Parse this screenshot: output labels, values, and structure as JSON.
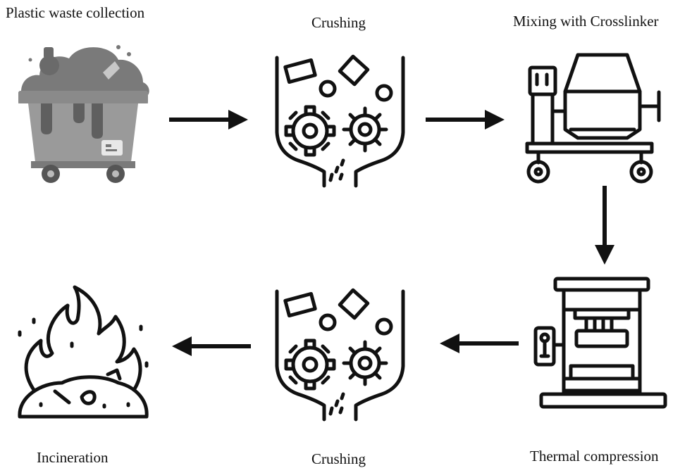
{
  "steps": {
    "plastic_waste_collection": "Plastic waste collection",
    "crushing_1": "Crushing",
    "mixing_with_crosslinker": "Mixing with Crosslinker",
    "thermal_compression": "Thermal compression",
    "crushing_2": "Crushing",
    "incineration": "Incineration"
  },
  "colors": {
    "ink": "#111111",
    "bin_fill": "#8a8a8a",
    "bin_dark": "#555555"
  }
}
